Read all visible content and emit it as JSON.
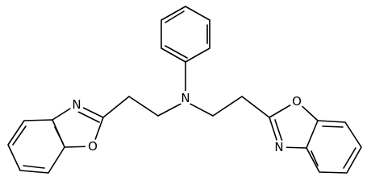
{
  "atoms": {
    "n_amine": "N",
    "n_left": "N",
    "o_left": "O",
    "n_right": "N",
    "o_right": "O"
  },
  "colors": {
    "bond": "#000000",
    "background": "#ffffff"
  }
}
